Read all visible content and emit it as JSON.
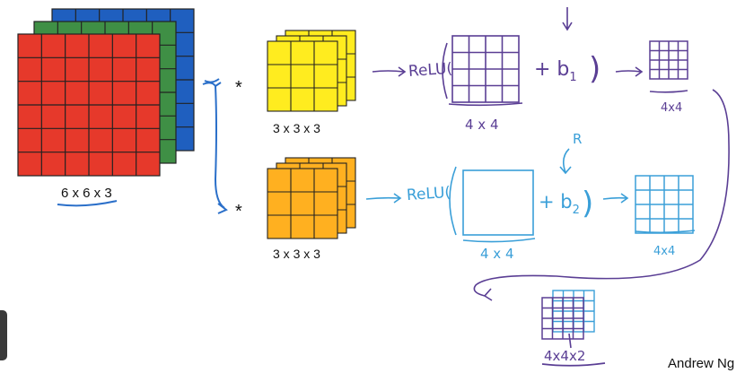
{
  "input_volume": {
    "dims_label": "6 x 6 x 3",
    "channel_colors": [
      "#1f5fbf",
      "#3f8f45",
      "#e6392b"
    ]
  },
  "filters": [
    {
      "dims_label": "3 x 3 x 3",
      "color": "#ffec1f",
      "operator": "*"
    },
    {
      "dims_label": "3 x 3 x 3",
      "color": "#ffb020",
      "operator": "*"
    }
  ],
  "branch_top": {
    "relu_label": "ReLU(",
    "plus_bias": "+ b",
    "bias_subscript": "1",
    "close_paren": ")",
    "conv_size": "4 x 4",
    "out_size": "4x4",
    "ink": "#5a3e94"
  },
  "branch_bottom": {
    "relu_label": "ReLU(",
    "plus_bias": "+ b",
    "bias_subscript": "2",
    "close_paren": ")",
    "conv_size": "4 x 4",
    "out_size": "4x4",
    "bias_symbol": "R",
    "ink": "#3a9fd8"
  },
  "stacked_output": {
    "label": "4x4x2"
  },
  "credit": "Andrew Ng"
}
